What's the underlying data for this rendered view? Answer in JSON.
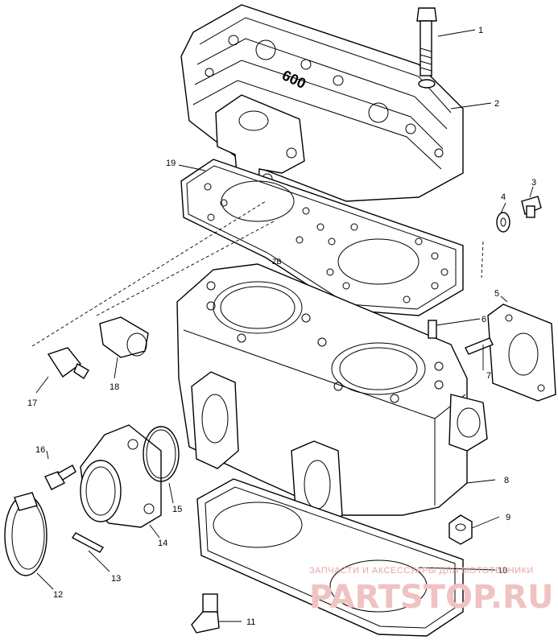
{
  "callouts": {
    "c1": "1",
    "c2": "2",
    "c3": "3",
    "c4": "4",
    "c5": "5",
    "c6": "6",
    "c7": "7",
    "c8": "8",
    "c9": "9",
    "c10": "10",
    "c11": "11",
    "c12": "12",
    "c13": "13",
    "c14": "14",
    "c15": "15",
    "c16": "16",
    "c17": "17",
    "c18": "18",
    "c19": "19"
  },
  "head_marking": "600",
  "gasket_marking": "ZB",
  "watermark": {
    "tagline": "ЗАПЧАСТИ И АКСЕССУАРЫ ДЛЯ МОТОТЕХНИКИ",
    "logo": "PARTSTOP.RU"
  }
}
